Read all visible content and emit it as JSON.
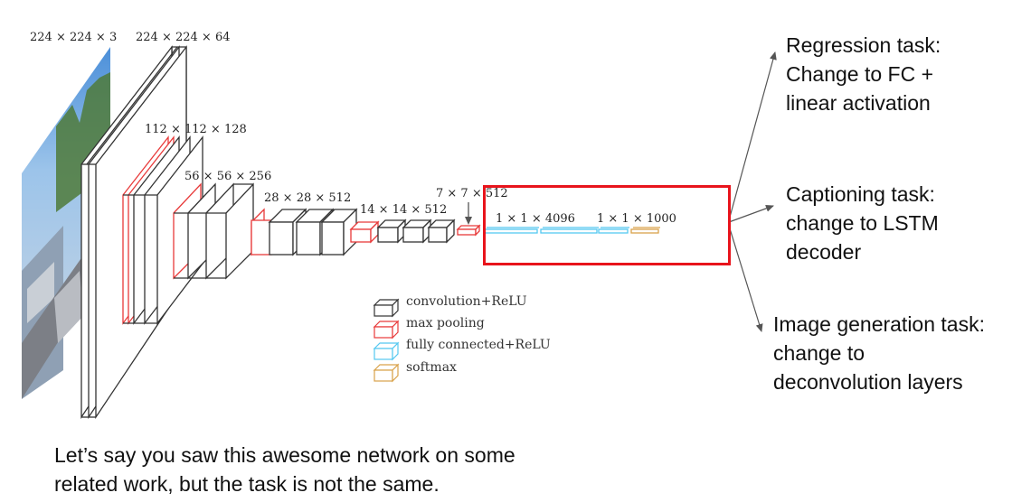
{
  "diagram": {
    "layer_dims": {
      "input": "224 × 224 × 3",
      "conv1": "224 × 224 × 64",
      "conv2": "112 × 112 × 128",
      "conv3": "56 × 56 × 256",
      "conv4": "28 × 28 × 512",
      "conv5": "14 × 14 × 512",
      "pool5": "7 × 7 × 512",
      "fc": "1 × 1 × 4096",
      "softmax": "1 × 1 × 1000"
    },
    "legend": {
      "conv": "convolution+ReLU",
      "pool": "max pooling",
      "fc": "fully connected+ReLU",
      "softmax": "softmax"
    },
    "colors": {
      "conv": "#333333",
      "pool": "#e83a3a",
      "fc": "#55c8f0",
      "softmax": "#d9a24a",
      "highlight": "#e8141c"
    }
  },
  "tasks": {
    "regression": [
      "Regression task:",
      "Change to FC +",
      "linear activation"
    ],
    "captioning": [
      "Captioning task:",
      "change to LSTM",
      "decoder"
    ],
    "generation": [
      "Image generation task:",
      "change to",
      "deconvolution layers"
    ]
  },
  "caption": [
    "Let’s say you saw this awesome network on some",
    "related work, but the task is not the same."
  ]
}
